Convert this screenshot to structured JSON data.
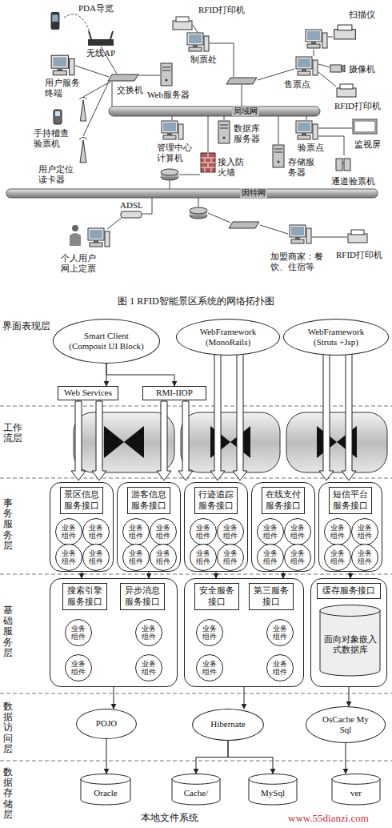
{
  "diagram": {
    "caption": "图 1 RFID智能景区系统的网络拓扑图",
    "nodes": [
      {
        "text": [
          "Smart Client (Composit UI Block)"
        ]
      },
      {
        "text": [
          "WebFramework (MonoRails)"
        ]
      },
      {
        "text": [
          "WebFramework (Struts +Jsp)"
        ]
      },
      {
        "text": [
          "Web Services"
        ]
      },
      {
        "text": [
          "RMI-IIOP"
        ]
      },
      {
        "text": [
          "景区信息服务接口"
        ]
      },
      {
        "text": [
          "业务组件"
        ],
        "in": 5
      },
      {
        "text": [
          "业务组件"
        ],
        "in": 5
      },
      {
        "text": [
          "业务组件"
        ],
        "in": 5
      },
      {
        "text": [
          "业务组件"
        ],
        "in": 5
      },
      {
        "text": [
          "游客信息服务接口"
        ]
      },
      {
        "text": [
          "业务组件"
        ],
        "in": 10
      },
      {
        "text": [
          "业务组件"
        ],
        "in": 10
      },
      {
        "text": [
          "业务组件"
        ],
        "in": 10
      },
      {
        "text": [
          "业务组件"
        ],
        "in": 10
      },
      {
        "text": [
          "行迹追踪服务接口"
        ]
      },
      {
        "text": [
          "业务组件"
        ],
        "in": 15
      },
      {
        "text": [
          "业务组件"
        ],
        "in": 15
      },
      {
        "text": [
          "业务组件"
        ],
        "in": 15
      },
      {
        "text": [
          "业务组件"
        ],
        "in": 15
      },
      {
        "text": [
          "在线支付服务接口"
        ]
      },
      {
        "text": [
          "业务组件"
        ],
        "in": 20
      },
      {
        "text": [
          "业务组件"
        ],
        "in": 20
      },
      {
        "text": [
          "业务组件"
        ],
        "in": 20
      },
      {
        "text": [
          "业务组件"
        ],
        "in": 20
      },
      {
        "text": [
          "短信平台服务接口"
        ]
      },
      {
        "text": [
          "业务组件"
        ],
        "in": 25
      },
      {
        "text": [
          "业务组件"
        ],
        "in": 25
      },
      {
        "text": [
          "业务组件"
        ],
        "in": 25
      },
      {
        "text": [
          "业务组件"
        ],
        "in": 25
      },
      {
        "text": [
          "搜索引擎服务接口",
          "异步消息服务接口"
        ]
      },
      {
        "text": [
          "业务组件"
        ],
        "in": 30
      },
      {
        "text": [
          "业务组件"
        ],
        "in": 30
      },
      {
        "text": [
          "业务组件"
        ],
        "in": 30
      },
      {
        "text": [
          "业务组件"
        ],
        "in": 30
      },
      {
        "text": [
          "安全服务接口",
          "第三服务接口"
        ]
      },
      {
        "text": [
          "业务组件"
        ],
        "in": 35
      },
      {
        "text": [
          "业务组件"
        ],
        "in": 35
      },
      {
        "text": [
          "业务组件"
        ],
        "in": 35
      },
      {
        "text": [
          "业务组件"
        ],
        "in": 35
      },
      {
        "text": [
          "缓存服务接口"
        ]
      },
      {
        "text": [
          "面向对象嵌入式数据库"
        ],
        "in": 40
      },
      {
        "text": [
          "POJO"
        ]
      },
      {
        "text": [
          "Hibernate"
        ]
      },
      {
        "text": [
          "OsCache My Sql"
        ]
      },
      {
        "text": [
          "Oracle"
        ]
      },
      {
        "text": [
          "Cache/"
        ]
      },
      {
        "text": [
          "MySql"
        ]
      },
      {
        "text": [
          "ver"
        ]
      }
    ],
    "edges": [
      {
        "from": 0,
        "to": 3,
        "arrow": "to"
      },
      {
        "from": 0,
        "to": 4,
        "arrow": "to"
      },
      {
        "from": 5,
        "to": 30,
        "arrow": "to"
      },
      {
        "from": 10,
        "to": 30,
        "arrow": "to"
      },
      {
        "from": 15,
        "to": 35,
        "arrow": "to"
      },
      {
        "from": 20,
        "to": 35,
        "arrow": "to"
      },
      {
        "from": 25,
        "to": 40,
        "arrow": "to"
      },
      {
        "from": 30,
        "to": 42,
        "arrow": "to"
      },
      {
        "from": 35,
        "to": 43,
        "arrow": "to"
      },
      {
        "from": 40,
        "to": 44,
        "arrow": "to"
      },
      {
        "from": 42,
        "to": 45,
        "arrow": "to"
      },
      {
        "from": 43,
        "to": 46,
        "arrow": "to"
      },
      {
        "from": 43,
        "to": 47,
        "arrow": "to"
      },
      {
        "from": 44,
        "to": 48,
        "arrow": "to"
      }
    ],
    "labels": [
      "PDA导览",
      "无线AP",
      "用户服务终端",
      "交换机",
      "手持稽查验票机",
      "用户定位读卡器",
      "Web服务器",
      "RFID打印机",
      "制票处",
      "扫描仪",
      "售票点",
      "摄像机",
      "RFID打印机",
      "局域网",
      "管理中心计算机",
      "数据库服务器",
      "接入防火墙",
      "存储服务器",
      "验票点",
      "监视屏",
      "通道验票机",
      "因特网",
      "ADSL",
      "个人用户网上定票",
      "加盟商家：餐饮、住宿等",
      "RFID打印机",
      "界面表现层",
      "工作流层",
      "事务服务层",
      "基础服务层",
      "数据访问层",
      "数据存储层",
      "本地文件系统",
      "www.55dianzi.com"
    ]
  }
}
